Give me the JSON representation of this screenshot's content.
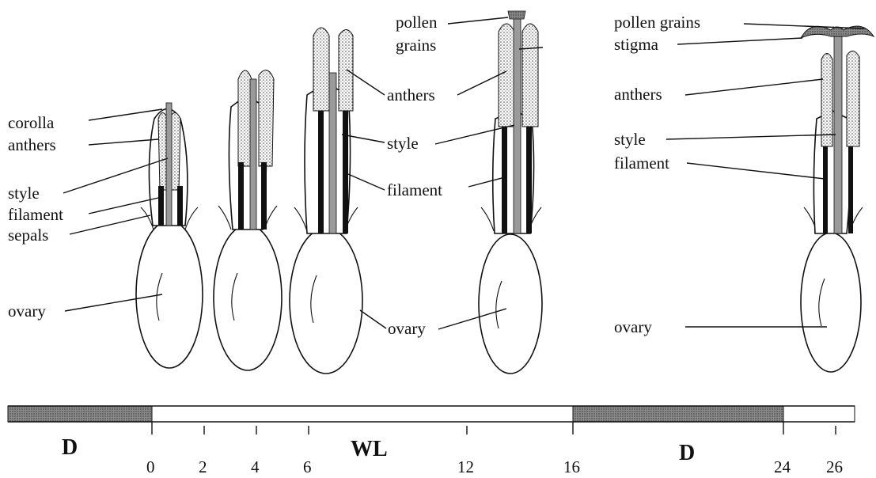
{
  "colors": {
    "ink": "#111111",
    "dark_bar": "#8a8a8a",
    "stipple": "#c9c9c9",
    "style_fill": "#9a9a9a"
  },
  "labels": {
    "flower1": {
      "corolla": "corolla",
      "anthers": "anthers",
      "style": "style",
      "filament": "filament",
      "sepals": "sepals",
      "ovary": "ovary"
    },
    "flower3": {
      "anthers": "anthers",
      "style": "style",
      "filament": "filament",
      "ovary": "ovary"
    },
    "flower4": {
      "pollen_line1": "pollen",
      "pollen_line2": "grains"
    },
    "flower5": {
      "pollen_grains": "pollen grains",
      "stigma": "stigma",
      "anthers": "anthers",
      "style": "style",
      "filament": "filament",
      "ovary": "ovary"
    }
  },
  "timeline": {
    "phases": [
      {
        "label": "D",
        "start": -6,
        "end": 0,
        "shade": "dark"
      },
      {
        "label": "WL",
        "start": 0,
        "end": 16,
        "shade": "light"
      },
      {
        "label": "D",
        "start": 16,
        "end": 24,
        "shade": "dark"
      },
      {
        "label": "",
        "start": 24,
        "end": 27,
        "shade": "light"
      }
    ],
    "ticks": [
      "0",
      "2",
      "4",
      "6",
      "12",
      "16",
      "24",
      "26"
    ]
  }
}
